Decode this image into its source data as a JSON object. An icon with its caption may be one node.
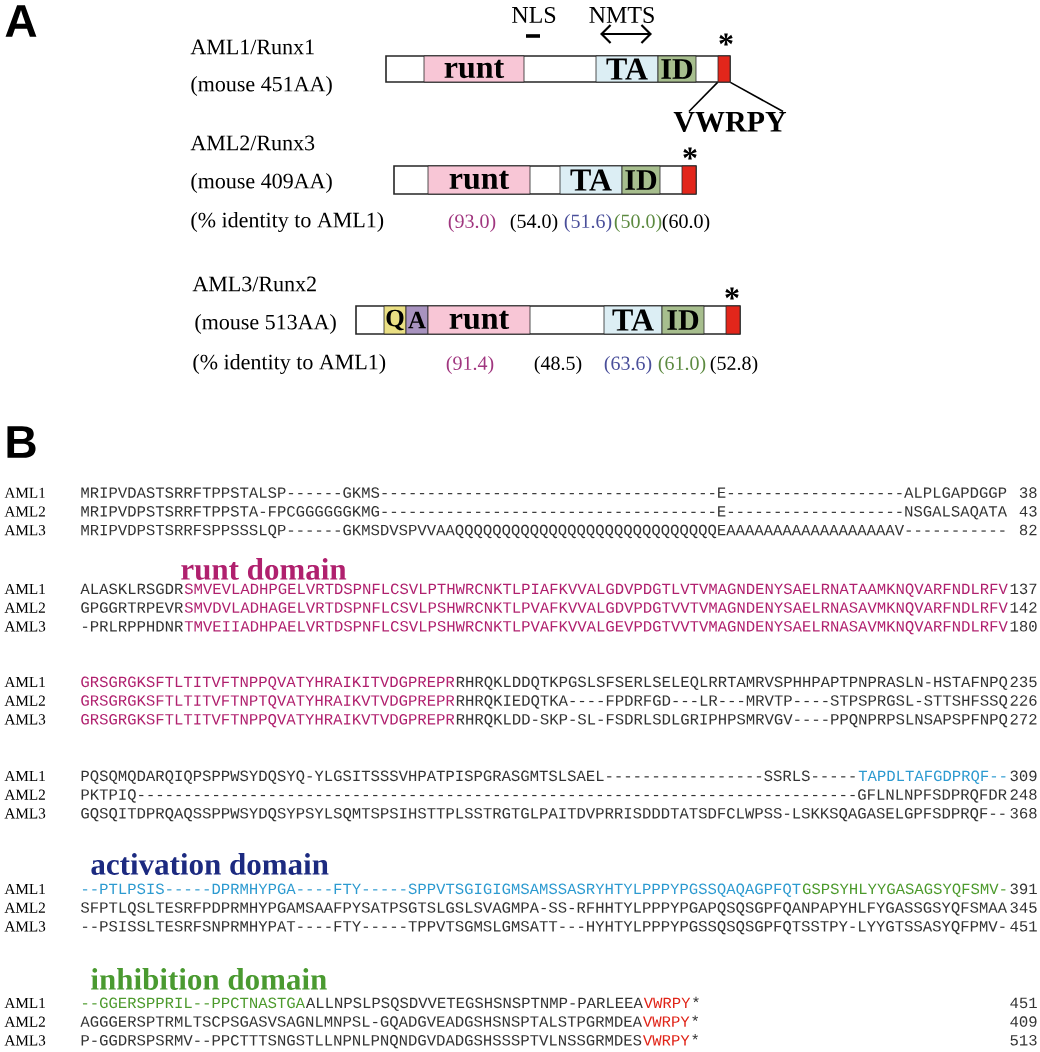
{
  "diagram": {
    "nodes": [
      {
        "text": [],
        "shape": "bar",
        "beside": [
          "AML1/Runx1",
          "(mouse 451AA)"
        ]
      },
      {
        "text": [
          "runt"
        ],
        "in": 0
      },
      {
        "text": [
          "TA"
        ],
        "in": 0
      },
      {
        "text": [
          "ID"
        ],
        "in": 0
      },
      {
        "text": [],
        "shape": "box",
        "in": 0
      },
      {
        "text": [
          "VWRPY"
        ]
      },
      {
        "text": [],
        "shape": "bar",
        "beside": [
          "AML2/Runx3",
          "(mouse 409AA)"
        ]
      },
      {
        "text": [
          "runt"
        ],
        "in": 6
      },
      {
        "text": [
          "TA"
        ],
        "in": 6
      },
      {
        "text": [
          "ID"
        ],
        "in": 6
      },
      {
        "text": [],
        "shape": "box",
        "in": 6
      },
      {
        "text": [],
        "shape": "bar",
        "beside": [
          "AML3/Runx2",
          "(mouse 513AA)"
        ]
      },
      {
        "text": [
          "Q"
        ],
        "in": 11
      },
      {
        "text": [
          "A"
        ],
        "in": 11
      },
      {
        "text": [
          "runt"
        ],
        "in": 11
      },
      {
        "text": [
          "TA"
        ],
        "in": 11
      },
      {
        "text": [
          "ID"
        ],
        "in": 11
      },
      {
        "text": [],
        "shape": "box",
        "in": 11
      }
    ],
    "edges": [
      {
        "from": 5,
        "to": 4,
        "arrow": "none"
      },
      {
        "from": 5,
        "to": 4,
        "arrow": "none"
      }
    ],
    "labels": [
      "A",
      "NLS",
      "NMTS",
      "*",
      "*",
      "(% identity to AML1)",
      "(93.0)",
      "(54.0)",
      "(51.6)",
      "(50.0)",
      "(60.0)",
      "*",
      "(% identity to AML1)",
      "(91.4)",
      "(48.5)",
      "(63.6)",
      "(61.0)",
      "(52.8)",
      "B",
      "AML1",
      "MRIPVDASTSRRFTPPSTALSP------GKMS------------------------------------E-------------------ALPLGAPDGGP",
      "38",
      "AML2",
      "MRIPVDPSTSRRFTPPSTA-FPCGGGGGGKMG------------------------------------E-------------------NSGALSAQATA",
      "43",
      "AML3",
      "MRIPVDPSTSRRFSPPSSSLQP------GKMSDVSPVVAAQQQQQQQQQQQQQQQQQQQQQQQQQQQQEAAAAAAAAAAAAAAAAAAV-----------",
      "82",
      "runt domain",
      "AML1",
      "ALASKLRSGDR",
      "SMVEVLADHPGELVRTDSPNFLCSVLPTHWRCNKTLPIAFKVVALGDVPDGTLVTVMAGNDENYSAELRNATAAMKNQVARFNDLRFV",
      "137",
      "AML2",
      "GPGGRTRPEVR",
      "SMVDVLADHAGELVRTDSPNFLCSVLPSHWRCNKTLPVAFKVVALGDVPDGTVVTVMAGNDENYSAELRNASAVMKNQVARFNDLRFV",
      "142",
      "AML3",
      "-PRLRPPHDNR",
      "TMVEIIADHPAELVRTDSPNFLCSVLPSHWRCNKTLPVAFKVVALGEVPDGTVVTVMAGNDENYSAELRNASAVMKNQVARFNDLRFV",
      "180",
      "AML1",
      "GRSGRGKSFTLTITVFTNPPQVATYHRAIKITVDGPREPR",
      "RHRQKLDDQTKPGSLSFSERLSELEQLRRTAMRVSPHHPAPTPNPRASLN-HSTAFNPQ",
      "235",
      "AML2",
      "GRSGRGKSFTLTITVFTNPTQVATYHRAIKVTVDGPREPR",
      "RHRQKIEDQTKA----FPDRFGD---LR---MRVTP----STPSPRGSL-STTSHFSSQ",
      "226",
      "AML3",
      "GRSGRGKSFTLTITVFTNPPQVATYHRAIKVTVDGPREPR",
      "RHRQKLDD-SKP-SL-FSDRLSDLGRIPHPSMRVGV----PPQNPRPSLNSAPSPFNPQ",
      "272",
      "AML1",
      "PQSQMQDARQIQPSPPWSYDQSYQ-YLGSITSSSVHPATPISPGRASGMTSLSAEL-----------------SSRLS-----",
      "TAPDLTAFGDPRQF--",
      "309",
      "AML2",
      "PKTPIQ-----------------------------------------------------------------------------GFLNLNPFSDPRQFDR",
      "248",
      "AML3",
      "GQSQITDPRQAQSSPPWSYDQSYPSYLSQMTSPSIHSTTPLSSTRGTGLPAITDVPRRISDDDTATSDFCLWPSS-LSKKSQAGASELGPFSDPRQF--",
      "368",
      "activation domain",
      "AML1",
      "--PTLPSIS-----DPRMHYPGA----FTY-----SPPVTSGIGIGMSAMSSASRYHTYLPPPYPGSSQAQAGPFQT",
      "GSPSYHLYYGASAGSYQFSMV-",
      "391",
      "AML2",
      "SFPTLQSLTESRFPDPRMHYPGAMSAAFPYSATPSGTSLGSLSVAGMPA-SS-RFHHTYLPPPYPGAPQSQSGPFQANPAPYHLFYGASSGSYQFSMAA",
      "345",
      "AML3",
      "--PSISSLTESRFSNPRMHYPAT----FTY-----TPPVTSGMSLGMSATT---HYHTYLPPPYPGSSQSQSGPFQTSSTPY-LYYGTSSASYQFPMV-",
      "451",
      "inhibition domain",
      "AML1",
      "--GGERSPPRIL--PPCTNASTGA",
      "ALLNPSLPSQSDVVETEGSHSNSPTNMP-PARLEEA",
      "VWRPY",
      "*",
      "451",
      "AML2",
      "AGGGERSPTRMLTSCPSGASVSAGNLMNPSL-GQADGVEADGSHSNSPTALSTPGRMDEA",
      "VWRPY",
      "*",
      "409",
      "AML3",
      "P-GGDRSPSRMV--PPCTTTSNGSTLLNPNLPNQNDGVDADGSHSSSPTVLNSSGRMDES",
      "VWRPY",
      "*",
      "513"
    ]
  }
}
